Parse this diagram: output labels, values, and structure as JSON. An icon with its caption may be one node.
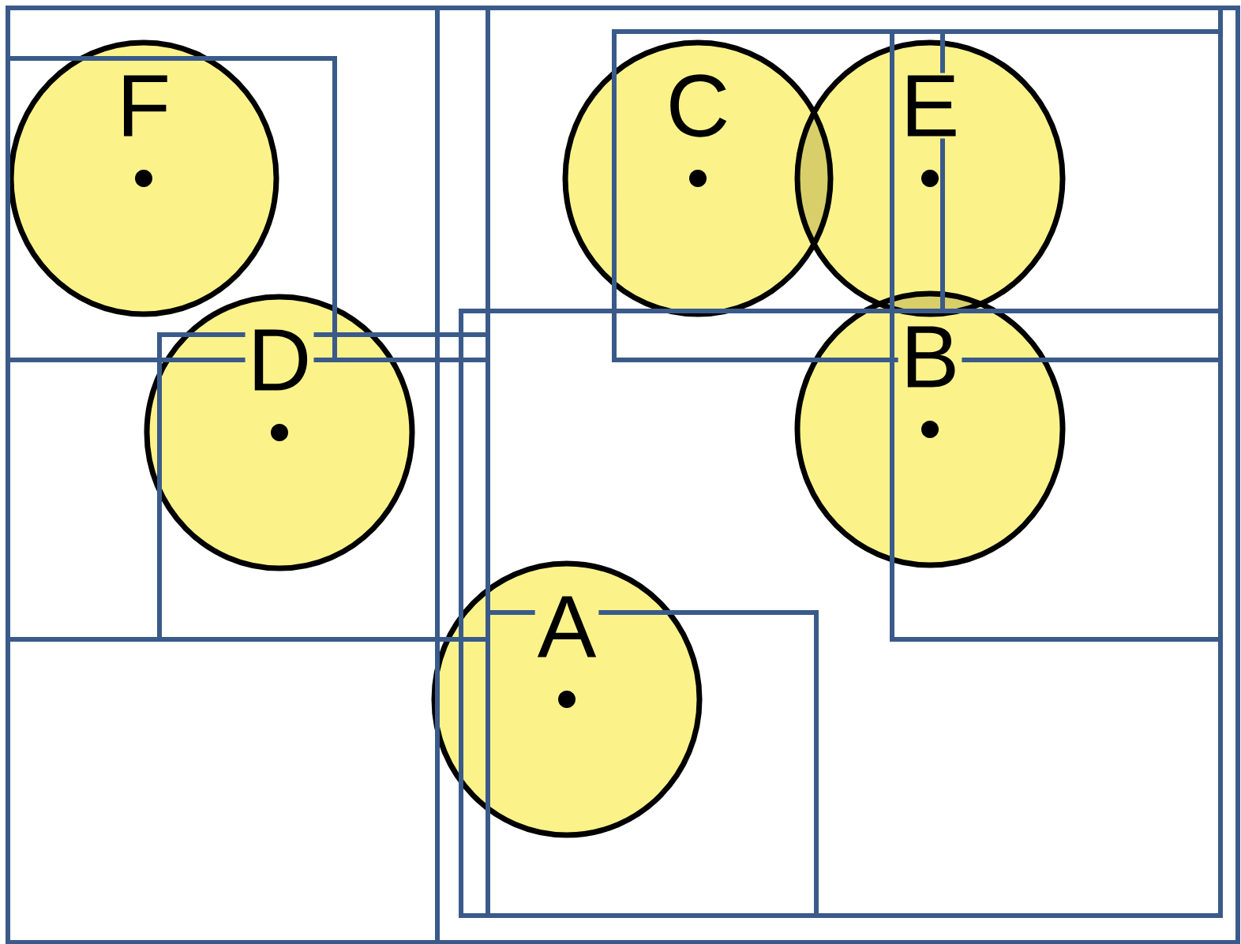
{
  "diagram": {
    "nodes": [
      {
        "text": [
          "F"
        ]
      },
      {
        "text": [
          "C"
        ]
      },
      {
        "text": [
          "E"
        ]
      },
      {
        "text": [
          "D"
        ]
      },
      {
        "text": [
          "B"
        ]
      },
      {
        "text": [
          "A"
        ]
      }
    ]
  }
}
